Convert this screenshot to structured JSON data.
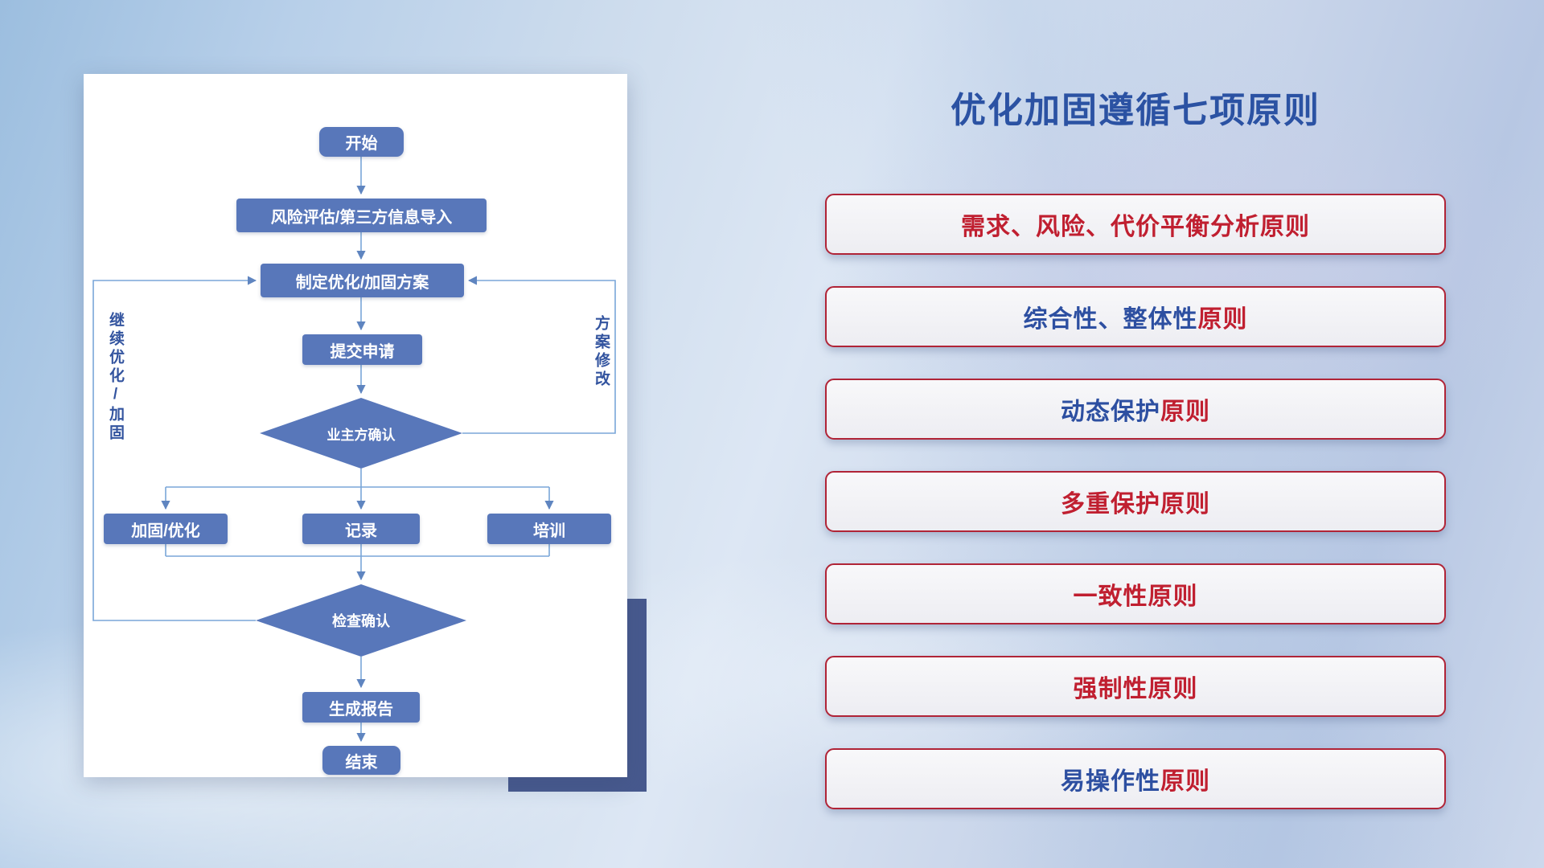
{
  "panel": {
    "title": "优化加固遵循七项原则",
    "principles": [
      {
        "segments": [
          {
            "text": "需求、风险、代价平衡分析原则",
            "color": "red"
          }
        ]
      },
      {
        "segments": [
          {
            "text": "综合性、整体性",
            "color": "blue"
          },
          {
            "text": "原则",
            "color": "red"
          }
        ]
      },
      {
        "segments": [
          {
            "text": "动态保护",
            "color": "blue"
          },
          {
            "text": "原则",
            "color": "red"
          }
        ]
      },
      {
        "segments": [
          {
            "text": "多重保护原则",
            "color": "red"
          }
        ]
      },
      {
        "segments": [
          {
            "text": "一致性原则",
            "color": "red"
          }
        ]
      },
      {
        "segments": [
          {
            "text": "强制性原则",
            "color": "red"
          }
        ]
      },
      {
        "segments": [
          {
            "text": "易操作性",
            "color": "blue"
          },
          {
            "text": "原则",
            "color": "red"
          }
        ]
      }
    ]
  },
  "flowchart": {
    "nodes": {
      "start": "开始",
      "risk_import": "风险评估/第三方信息导入",
      "make_plan": "制定优化/加固方案",
      "submit_request": "提交申请",
      "owner_confirm": "业主方确认",
      "reinforce_optimize": "加固/优化",
      "record": "记录",
      "training": "培训",
      "check_confirm": "检查确认",
      "generate_report": "生成报告",
      "end": "结束"
    },
    "loop_labels": {
      "continue_optimize": "继续优化/加固",
      "plan_revision": "方案修改"
    }
  },
  "colors": {
    "node_blue": "#5877ba",
    "line_blue": "#7aa6d8",
    "title_blue": "#2b52a3",
    "principle_border_red": "#b02437",
    "principle_text_red": "#c01f30",
    "principle_text_blue": "#2d4fa1",
    "accent_rect_blue": "#47598e"
  }
}
